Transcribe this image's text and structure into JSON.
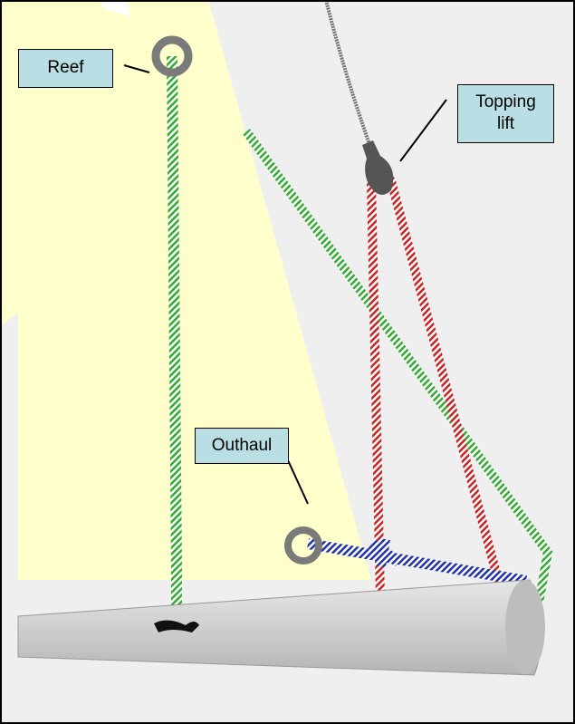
{
  "labels": {
    "reef": "Reef",
    "topping_lift": "Topping\nlift",
    "outhaul": "Outhaul"
  },
  "colors": {
    "background": "#efefef",
    "sail": "#ffffcc",
    "reef_line": "#33aa33",
    "topping_lift_line": "#cc2222",
    "outhaul_line": "#2233aa",
    "boom": "#c8c8c8",
    "label_box": "#b9dfe4"
  }
}
